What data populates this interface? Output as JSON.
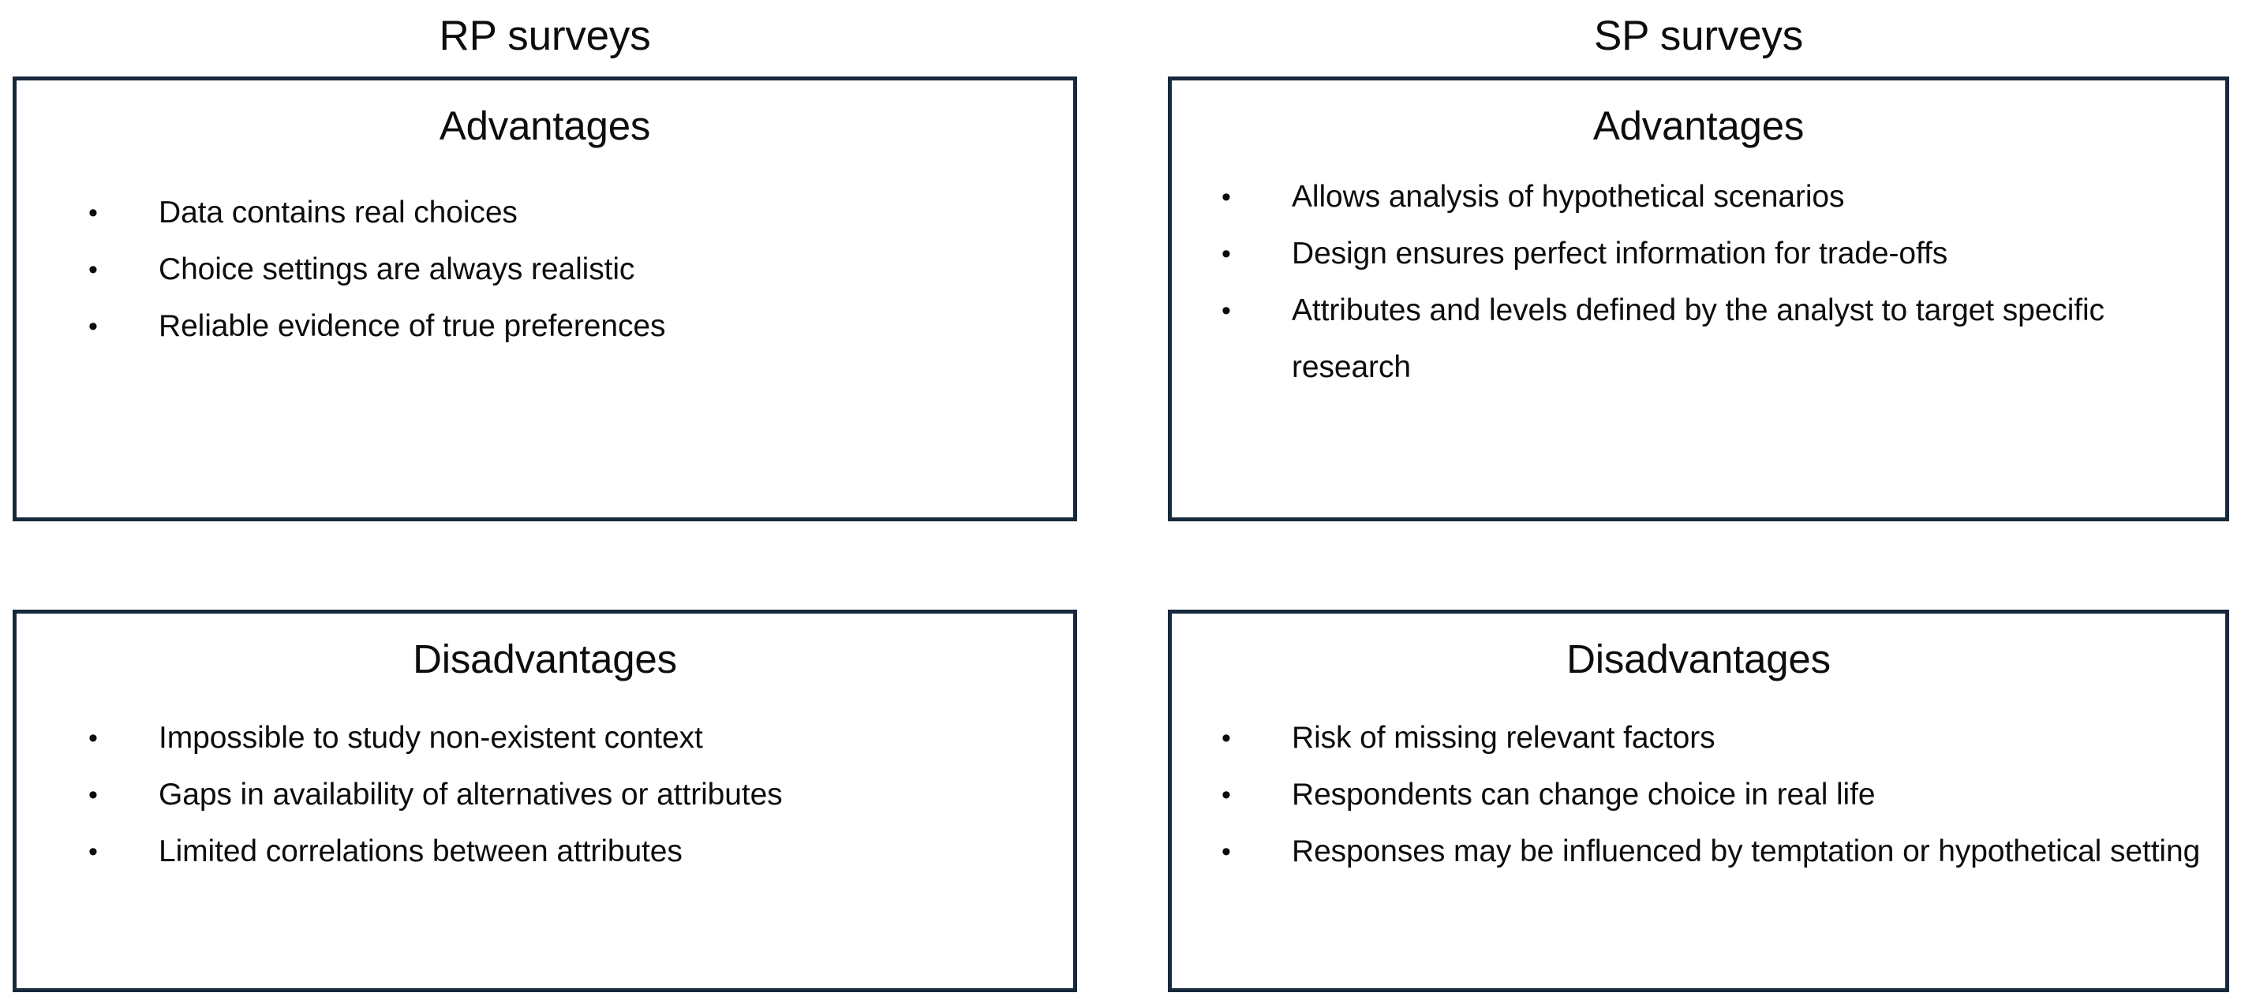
{
  "figure": {
    "type": "two-column-comparison-table",
    "background_color": "#ffffff",
    "border_color": "#17293c",
    "text_color": "#0d0d0d"
  },
  "columns": [
    {
      "id": "rp",
      "header": "RP surveys",
      "panels": [
        {
          "id": "rp-advantages",
          "title": "Advantages",
          "bullet_marker": "•",
          "items": [
            "Data contains real choices",
            "Choice settings are always realistic",
            "Reliable evidence of true preferences"
          ]
        },
        {
          "id": "rp-disadvantages",
          "title": "Disadvantages",
          "bullet_marker": "•",
          "items": [
            "Impossible to study non-existent context",
            "Gaps in availability of alternatives or attributes",
            "Limited correlations between attributes"
          ]
        }
      ]
    },
    {
      "id": "sp",
      "header": "SP surveys",
      "panels": [
        {
          "id": "sp-advantages",
          "title": "Advantages",
          "bullet_marker": "•",
          "items": [
            "Allows analysis of hypothetical scenarios",
            "Design ensures perfect information for trade-offs",
            "Attributes and levels defined by the analyst to target specific research"
          ]
        },
        {
          "id": "sp-disadvantages",
          "title": "Disadvantages",
          "bullet_marker": "•",
          "items": [
            "Risk of missing relevant factors",
            "Respondents can change choice in real life",
            "Responses may be influenced by temptation or hypothetical setting"
          ]
        }
      ]
    }
  ]
}
